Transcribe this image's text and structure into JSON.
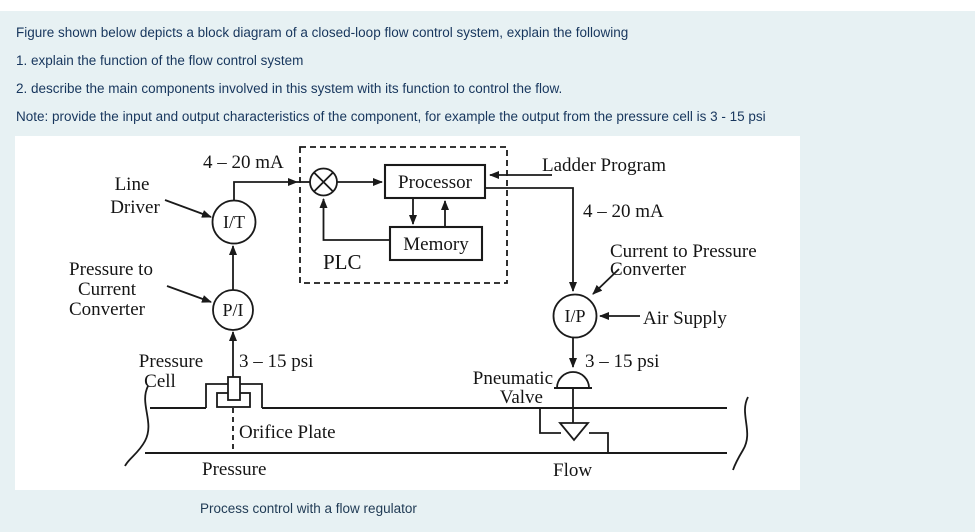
{
  "question": {
    "intro": "Figure shown below depicts a block diagram of a closed-loop flow control system, explain the following",
    "item1": "1. explain the function of the flow control system",
    "item2": "2. describe the main components involved in this system with its function to control the flow.",
    "note": "Note: provide the input and output characteristics of the component, for example the output from the pressure cell is 3 - 15 psi"
  },
  "caption": "Process control with a flow regulator",
  "colors": {
    "page_bg": "#e7f1f3",
    "panel_bg": "#ffffff",
    "question_text": "#17365d",
    "diagram_ink": "#1a1a1a"
  },
  "diagram": {
    "nodes": {
      "it": "I/T",
      "pi": "P/I",
      "ip": "I/P",
      "processor": "Processor",
      "memory": "Memory",
      "plc": "PLC"
    },
    "labels": {
      "signal_top": "4 – 20 mA",
      "signal_right": "4 – 20 mA",
      "psi_left": "3 – 15 psi",
      "psi_right": "3 – 15 psi",
      "line_driver_1": "Line",
      "line_driver_2": "Driver",
      "p_to_i_1": "Pressure to",
      "p_to_i_2": "Current",
      "p_to_i_3": "Converter",
      "i_to_p_1": "Current to Pressure",
      "i_to_p_2": "Converter",
      "ladder": "Ladder Program",
      "air_supply": "Air Supply",
      "pressure_cell_1": "Pressure",
      "pressure_cell_2": "Cell",
      "pneumatic_1": "Pneumatic",
      "pneumatic_2": "Valve",
      "orifice": "Orifice Plate",
      "pressure": "Pressure",
      "flow": "Flow"
    }
  }
}
